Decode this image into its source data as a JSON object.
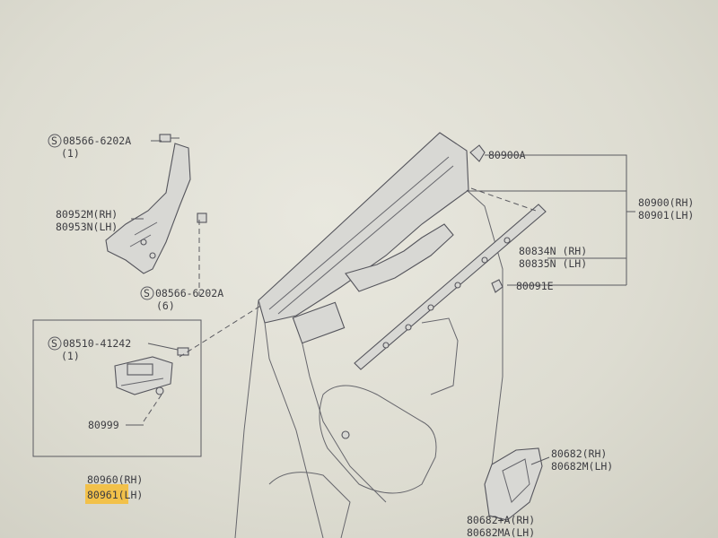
{
  "labels": {
    "bolt_top": "08566-6202A",
    "bolt_top_qty": "(1)",
    "bracket_rh": "80952M(RH)",
    "bracket_lh": "80953N(LH)",
    "bolt_bottom": "08566-6202A",
    "bolt_bottom_qty": "(6)",
    "screw": "08510-41242",
    "screw_qty": "(1)",
    "switch_part": "80999",
    "switch_rh": "80960(RH)",
    "switch_lh": "80961(LH)",
    "clip": "80900A",
    "trim_rh": "80900(RH)",
    "trim_lh": "80901(LH)",
    "strip_rh": "80834N (RH)",
    "strip_lh": "80835N (LH)",
    "clip2": "80091E",
    "handle_rh": "80682(RH)",
    "handle_lh": "80682M(LH)",
    "escutcheon_rh": "80682+A(RH)",
    "escutcheon_lh": "80682MA(LH)"
  },
  "symbols": {
    "special": "S"
  },
  "colors": {
    "highlight": "#f2c14a",
    "ink": "#3d3d42"
  }
}
